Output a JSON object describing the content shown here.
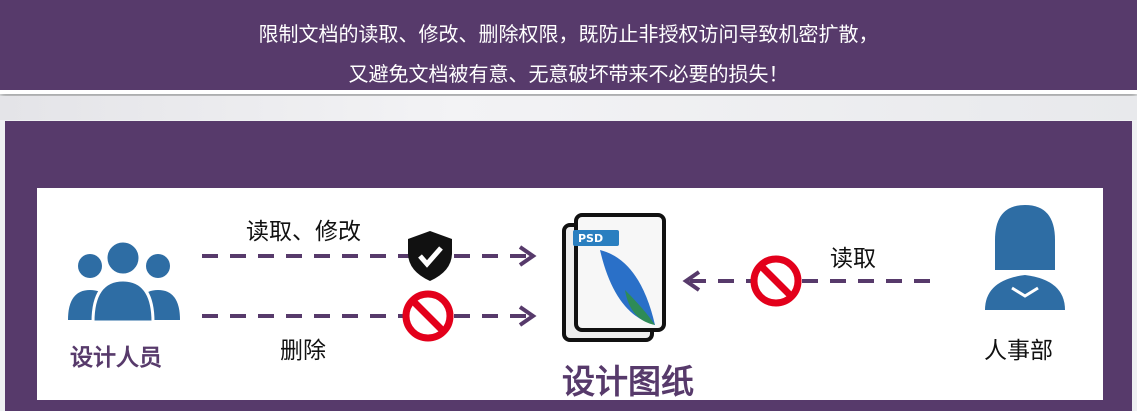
{
  "banner": {
    "line1": "限制文档的读取、修改、删除权限，既防止非授权访问导致机密扩散，",
    "line2": "又避免文档被有意、无意破坏带来不必要的损失！"
  },
  "diagram": {
    "left_actor": "设计人员",
    "right_actor": "人事部",
    "document": "设计图纸",
    "document_badge": "PSD",
    "arrow_read_modify": "读取、修改",
    "arrow_delete": "删除",
    "arrow_read": "读取"
  },
  "colors": {
    "purple": "#573a6b",
    "icon_blue": "#2e6da4",
    "forbid_red": "#e3001b"
  }
}
